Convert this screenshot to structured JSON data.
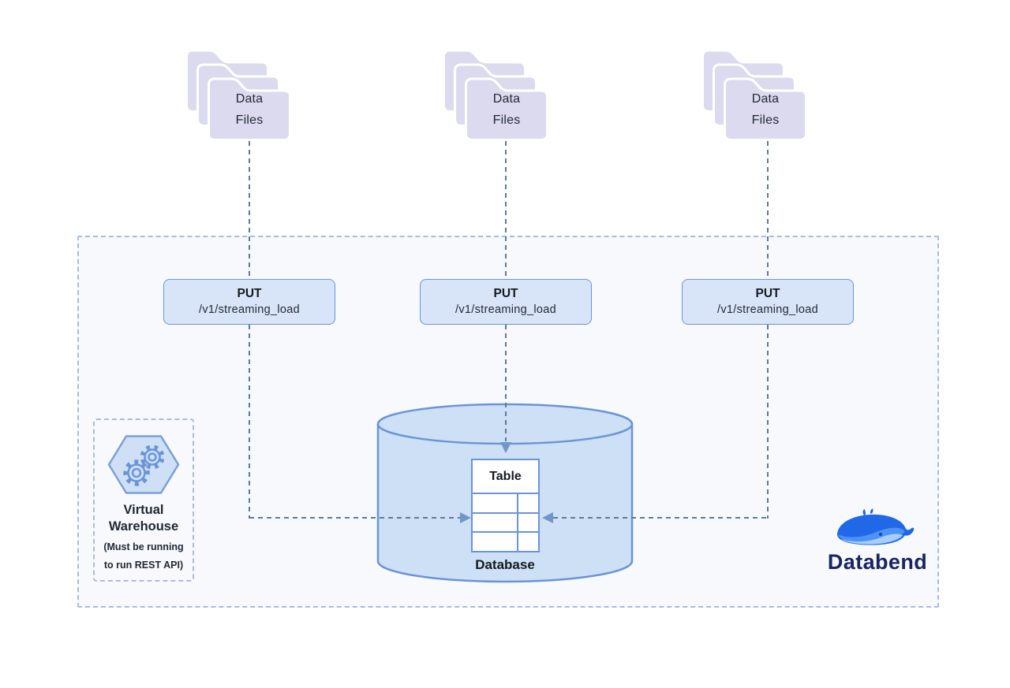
{
  "diagram": {
    "title_hint": "Databend streaming load architecture",
    "folders": [
      {
        "label": "Data\nFiles"
      },
      {
        "label": "Data\nFiles"
      },
      {
        "label": "Data\nFiles"
      }
    ],
    "endpoints": [
      {
        "method": "PUT",
        "path": "/v1/streaming_load"
      },
      {
        "method": "PUT",
        "path": "/v1/streaming_load"
      },
      {
        "method": "PUT",
        "path": "/v1/streaming_load"
      }
    ],
    "warehouse": {
      "title": "Virtual\nWarehouse",
      "note": "(Must be running\nto run REST API)"
    },
    "database": {
      "table_label": "Table",
      "label": "Database"
    },
    "brand": {
      "name": "Databend"
    },
    "colors": {
      "container_bg": "#F7F9FC",
      "container_border": "#A9BDE0",
      "folder_fill": "#DCDAEE",
      "endpoint_fill": "#D8E5F8",
      "endpoint_border": "#6B94D8",
      "cylinder_fill": "#CDE0F6",
      "connector": "#5E7A9E",
      "arrow": "#7396C8",
      "brand_navy": "#1A2560",
      "whale_blue": "#2168E8"
    }
  }
}
